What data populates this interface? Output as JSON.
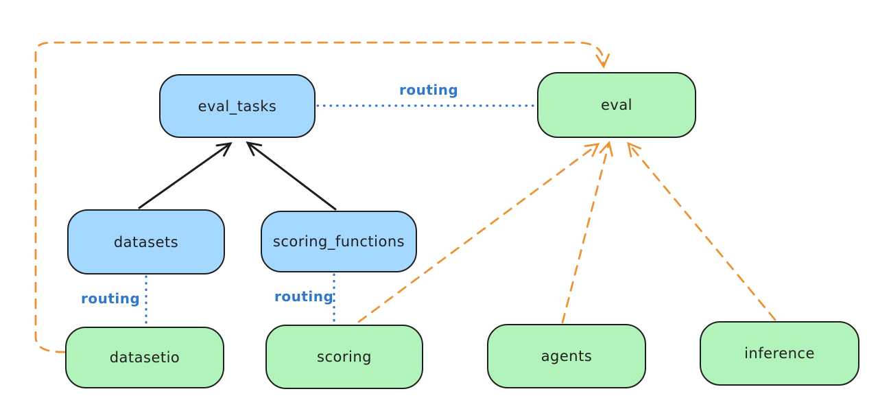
{
  "diagram": {
    "nodes": [
      {
        "id": "eval_tasks",
        "label": "eval_tasks",
        "kind": "api",
        "fill": "#a5d8ff"
      },
      {
        "id": "eval",
        "label": "eval",
        "kind": "provider",
        "fill": "#b2f2bb"
      },
      {
        "id": "datasets",
        "label": "datasets",
        "kind": "api",
        "fill": "#a5d8ff"
      },
      {
        "id": "scoring_functions",
        "label": "scoring_functions",
        "kind": "api",
        "fill": "#a5d8ff"
      },
      {
        "id": "datasetio",
        "label": "datasetio",
        "kind": "provider",
        "fill": "#b2f2bb"
      },
      {
        "id": "scoring",
        "label": "scoring",
        "kind": "provider",
        "fill": "#b2f2bb"
      },
      {
        "id": "agents",
        "label": "agents",
        "kind": "provider",
        "fill": "#b2f2bb"
      },
      {
        "id": "inference",
        "label": "inference",
        "kind": "provider",
        "fill": "#b2f2bb"
      }
    ],
    "edges": [
      {
        "from": "eval_tasks",
        "to": "eval",
        "style": "dotted",
        "color": "#3178c6",
        "label": "routing"
      },
      {
        "from": "datasets",
        "to": "datasetio",
        "style": "dotted",
        "color": "#3178c6",
        "label": "routing"
      },
      {
        "from": "scoring_functions",
        "to": "scoring",
        "style": "dotted",
        "color": "#3178c6",
        "label": "routing"
      },
      {
        "from": "datasets",
        "to": "eval_tasks",
        "style": "solid-arrow",
        "color": "#1e1e1e",
        "label": ""
      },
      {
        "from": "scoring_functions",
        "to": "eval_tasks",
        "style": "solid-arrow",
        "color": "#1e1e1e",
        "label": ""
      },
      {
        "from": "datasetio",
        "to": "eval",
        "style": "dashed-arrow",
        "color": "#ec9435",
        "label": ""
      },
      {
        "from": "scoring",
        "to": "eval",
        "style": "dashed-arrow",
        "color": "#ec9435",
        "label": ""
      },
      {
        "from": "agents",
        "to": "eval",
        "style": "dashed-arrow",
        "color": "#ec9435",
        "label": ""
      },
      {
        "from": "inference",
        "to": "eval",
        "style": "dashed-arrow",
        "color": "#ec9435",
        "label": ""
      }
    ],
    "colors": {
      "api_fill": "#a5d8ff",
      "provider_fill": "#b2f2bb",
      "node_stroke": "#1e1e1e",
      "routing_blue": "#3178c6",
      "provider_orange": "#ec9435",
      "background": "#ffffff"
    }
  }
}
